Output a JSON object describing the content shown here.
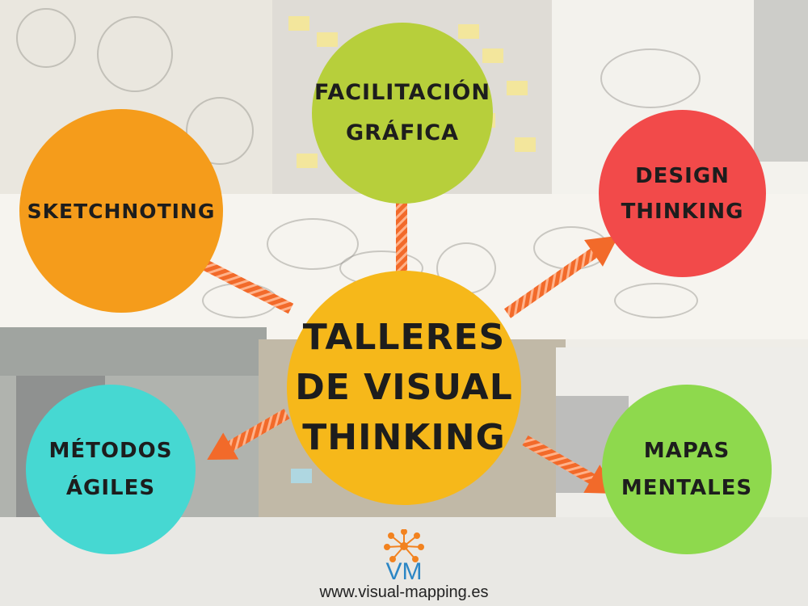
{
  "center": {
    "lines": [
      "TALLERES",
      "DE VISUAL",
      "THINKING"
    ],
    "color": "#f6b81a"
  },
  "nodes": {
    "facilitacion": {
      "lines": [
        "FACILITACIÓN",
        "GRÁFICA"
      ],
      "color": "#b7cf3b"
    },
    "sketchnoting": {
      "lines": [
        "SKETCHNOTING"
      ],
      "color": "#f59c1b"
    },
    "design": {
      "lines": [
        "DESIGN",
        "THINKING"
      ],
      "color": "#f24a4a"
    },
    "metodos": {
      "lines": [
        "MÉTODOS",
        "ÁGILES"
      ],
      "color": "#46d8d2"
    },
    "mapas": {
      "lines": [
        "MAPAS",
        "MENTALES"
      ],
      "color": "#8ed94d"
    }
  },
  "arrow_color": "#f26a2a",
  "logo": {
    "mark": "VM",
    "icon": "starburst-logo-icon",
    "color": "#2b86c5",
    "accent": "#f2821f"
  },
  "site": "www.visual-mapping.es"
}
